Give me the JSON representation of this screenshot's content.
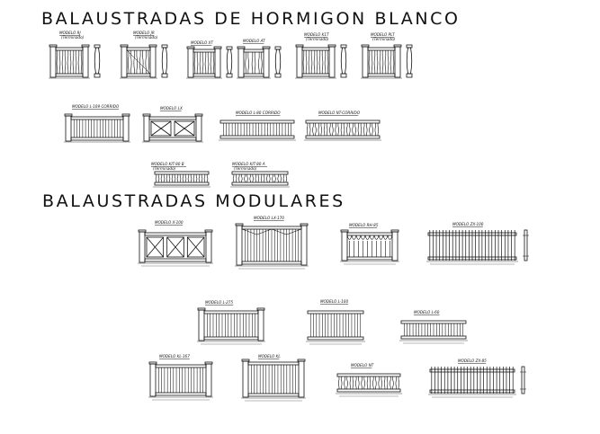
{
  "sections": [
    {
      "title": "BALAUSTRADAS DE HORMIGON BLANCO"
    },
    {
      "title": "BALAUSTRADAS MODULARES"
    }
  ],
  "concrete_models": [
    {
      "label": "MODELO RJ (Terminado)",
      "style": "balusters"
    },
    {
      "label": "MODELO JR (Terminado)",
      "style": "balusters-x"
    },
    {
      "label": "MODELO XT",
      "style": "balusters"
    },
    {
      "label": "MODELO AT",
      "style": "balusters"
    },
    {
      "label": "MODELO K1T (Terminado)",
      "style": "balusters"
    },
    {
      "label": "MODELO PLT (Terminado)",
      "style": "balusters"
    },
    {
      "label": "MODELO L-109 CORRIDO",
      "style": "vertical"
    },
    {
      "label": "MODELO LX",
      "style": "xpanel"
    },
    {
      "label": "MODELO L-80 CORRIDO",
      "style": "vertical"
    },
    {
      "label": "MODELO NT-CORRIDO",
      "style": "balusters"
    },
    {
      "label": "MODELO KIT-80 B (Terminado)",
      "style": "balusters"
    },
    {
      "label": "MODELO KIT-80 A (Terminado)",
      "style": "balusters"
    }
  ],
  "modular_models": [
    {
      "label": "MODELO X-100",
      "style": "xpanel"
    },
    {
      "label": "MODELO LX-170",
      "style": "vertical-x"
    },
    {
      "label": "MODELO RH-85",
      "style": "arch"
    },
    {
      "label": "MODELO ZX-100",
      "style": "pickets"
    },
    {
      "label": "MODELO L-275",
      "style": "vertical"
    },
    {
      "label": "MODELO L-100",
      "style": "vertical"
    },
    {
      "label": "MODELO L-60",
      "style": "vertical"
    },
    {
      "label": "MODELO KL-167",
      "style": "vertical"
    },
    {
      "label": "MODELO KL",
      "style": "vertical"
    },
    {
      "label": "MODELO NT",
      "style": "balusters"
    },
    {
      "label": "MODELO ZX-85",
      "style": "pickets"
    }
  ]
}
